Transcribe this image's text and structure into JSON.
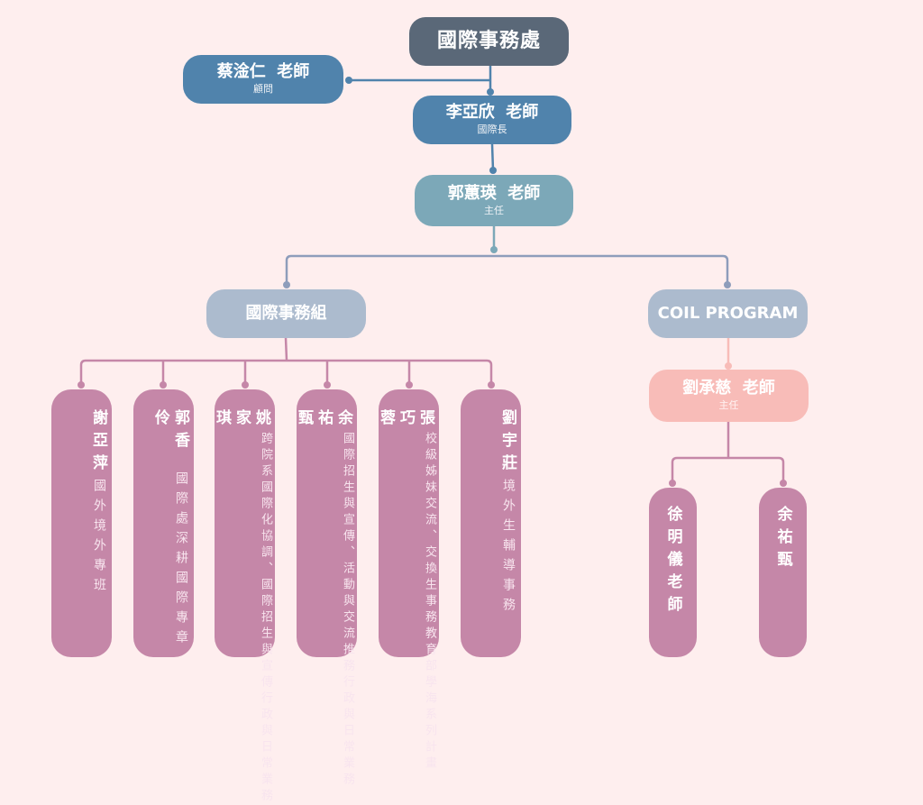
{
  "colors": {
    "background": "#FEEEEE",
    "root": "#5A6878",
    "blue": "#5083AC",
    "teal": "#7CA8B8",
    "group": "#ACBBCE",
    "coil_head": "#F8BCB8",
    "staff": "#C587A8"
  },
  "root": {
    "title": "國際事務處"
  },
  "advisor": {
    "name": "蔡淦仁  老師",
    "role": "顧問"
  },
  "director": {
    "name": "李亞欣  老師",
    "role": "國際長"
  },
  "chief": {
    "name": "郭蕙瑛  老師",
    "role": "主任"
  },
  "groups": {
    "intl": {
      "title": "國際事務組"
    },
    "coil": {
      "title": "COIL PROGRAM"
    }
  },
  "intl_staff": [
    {
      "name": "謝亞萍",
      "duties": [
        "國外境外專班"
      ]
    },
    {
      "name": "郭香伶",
      "duties": [
        "國際處深耕國際專章"
      ]
    },
    {
      "name": "姚家琪",
      "duties": [
        "跨院系國際化協調、國際招生與宣傳",
        "行政與日常業務"
      ]
    },
    {
      "name": "余祐甄",
      "duties": [
        "國際招生與宣傳、活動與交流推務",
        "行政與日常業務"
      ]
    },
    {
      "name": "張巧蓉",
      "duties": [
        "校級姊妹交流、交換生事務",
        "教育部學海系列計畫"
      ]
    },
    {
      "name": "劉宇莊",
      "duties": [
        "境外生輔導事務"
      ]
    }
  ],
  "coil_head": {
    "name": "劉承慈  老師",
    "role": "主任"
  },
  "coil_staff": [
    {
      "name": "徐明儀老師"
    },
    {
      "name": "余祐甄"
    }
  ]
}
